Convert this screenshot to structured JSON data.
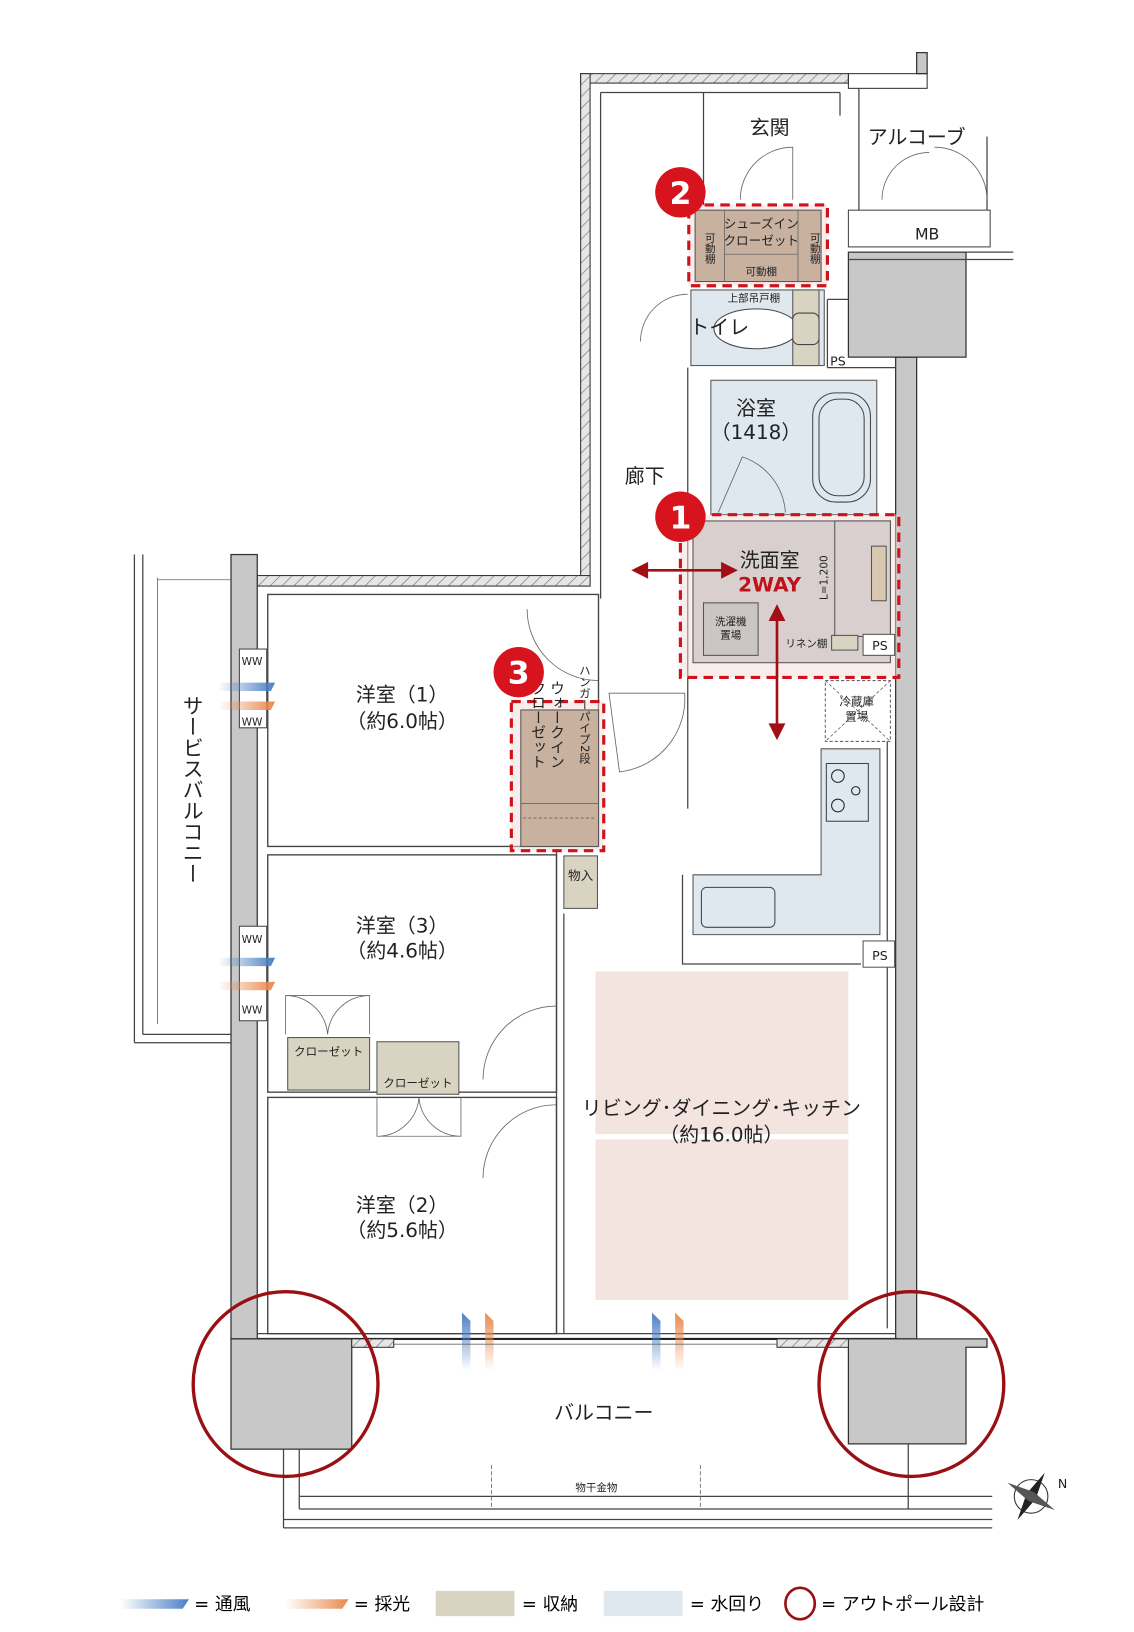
{
  "rooms": {
    "entrance": "玄関",
    "alcove": "アルコーブ",
    "mb": "MB",
    "shoes_closet_1": "シューズイン",
    "shoes_closet_2": "クローゼット",
    "movable_shelf": "可動棚",
    "movable_shelf_v": "可動棚",
    "upper_cabinet": "上部吊戸棚",
    "toilet": "トイレ",
    "ps": "PS",
    "bath": "浴室",
    "bath_size": "（1418）",
    "hallway": "廊下",
    "washroom": "洗面室",
    "washroom_2way": "2WAY",
    "vanity_length": "L=1,200",
    "washer_1": "洗濯機",
    "washer_2": "置場",
    "linen": "リネン棚",
    "fridge_1": "冷蔵庫",
    "fridge_2": "置場",
    "western1": "洋室（1）",
    "western1_size": "（約6.0帖）",
    "wic_1": "ウォークイン",
    "wic_2": "クローゼット",
    "hanger": "ハンガーパイプ2段",
    "storage": "物入",
    "western3": "洋室（3）",
    "western3_size": "（約4.6帖）",
    "closet_a": "クローゼット",
    "closet_b": "クローゼット",
    "western2": "洋室（2）",
    "western2_size": "（約5.6帖）",
    "ldk": "リビング･ダイニング･キッチン",
    "ldk_size": "（約16.0帖）",
    "service_balcony": "サービスバルコニー",
    "balcony": "バルコニー",
    "drying_hardware": "物干金物"
  },
  "markers": [
    "1",
    "2",
    "3"
  ],
  "legend": [
    {
      "label": "= 通風",
      "color": "#4a7fc4"
    },
    {
      "label": "= 採光",
      "color": "#e88a4e"
    },
    {
      "label": "= 収納",
      "color": "#d9d3c1"
    },
    {
      "label": "= 水回り",
      "color": "#dfe7ef"
    },
    {
      "label": "= アウトポール設計",
      "color": "#9a0f12"
    }
  ],
  "compass": "N"
}
